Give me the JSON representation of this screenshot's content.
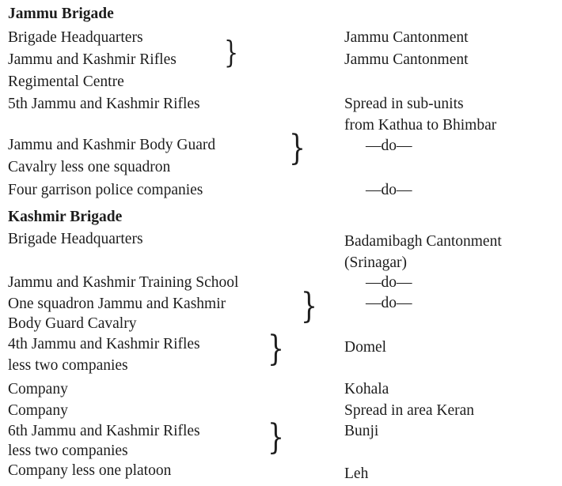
{
  "jammu": {
    "heading": "Jammu Brigade",
    "left": [
      "Brigade Headquarters",
      "Jammu and Kashmir Rifles",
      "Regimental Centre",
      "5th Jammu and Kashmir Rifles",
      "Jammu and Kashmir Body Guard",
      "Cavalry less one squadron",
      "Four garrison police companies"
    ],
    "right": [
      "Jammu Cantonment",
      "Jammu Cantonment",
      "Spread in sub-units",
      "from Kathua to Bhimbar",
      "—do—",
      "—do—"
    ]
  },
  "kashmir": {
    "heading": "Kashmir Brigade",
    "left": [
      "Brigade Headquarters",
      "Jammu and Kashmir Training School",
      "One squadron Jammu and Kashmir",
      "Body Guard Cavalry",
      "4th Jammu and Kashmir Rifles",
      "less two companies",
      "Company",
      "Company",
      "6th Jammu and Kashmir Rifles",
      "less two companies",
      "Company less one platoon"
    ],
    "right": [
      "Badamibagh Cantonment",
      "(Srinagar)",
      "—do—",
      "—do—",
      "Domel",
      "Kohala",
      "Spread in area Keran",
      "Bunji",
      "Leh"
    ]
  }
}
